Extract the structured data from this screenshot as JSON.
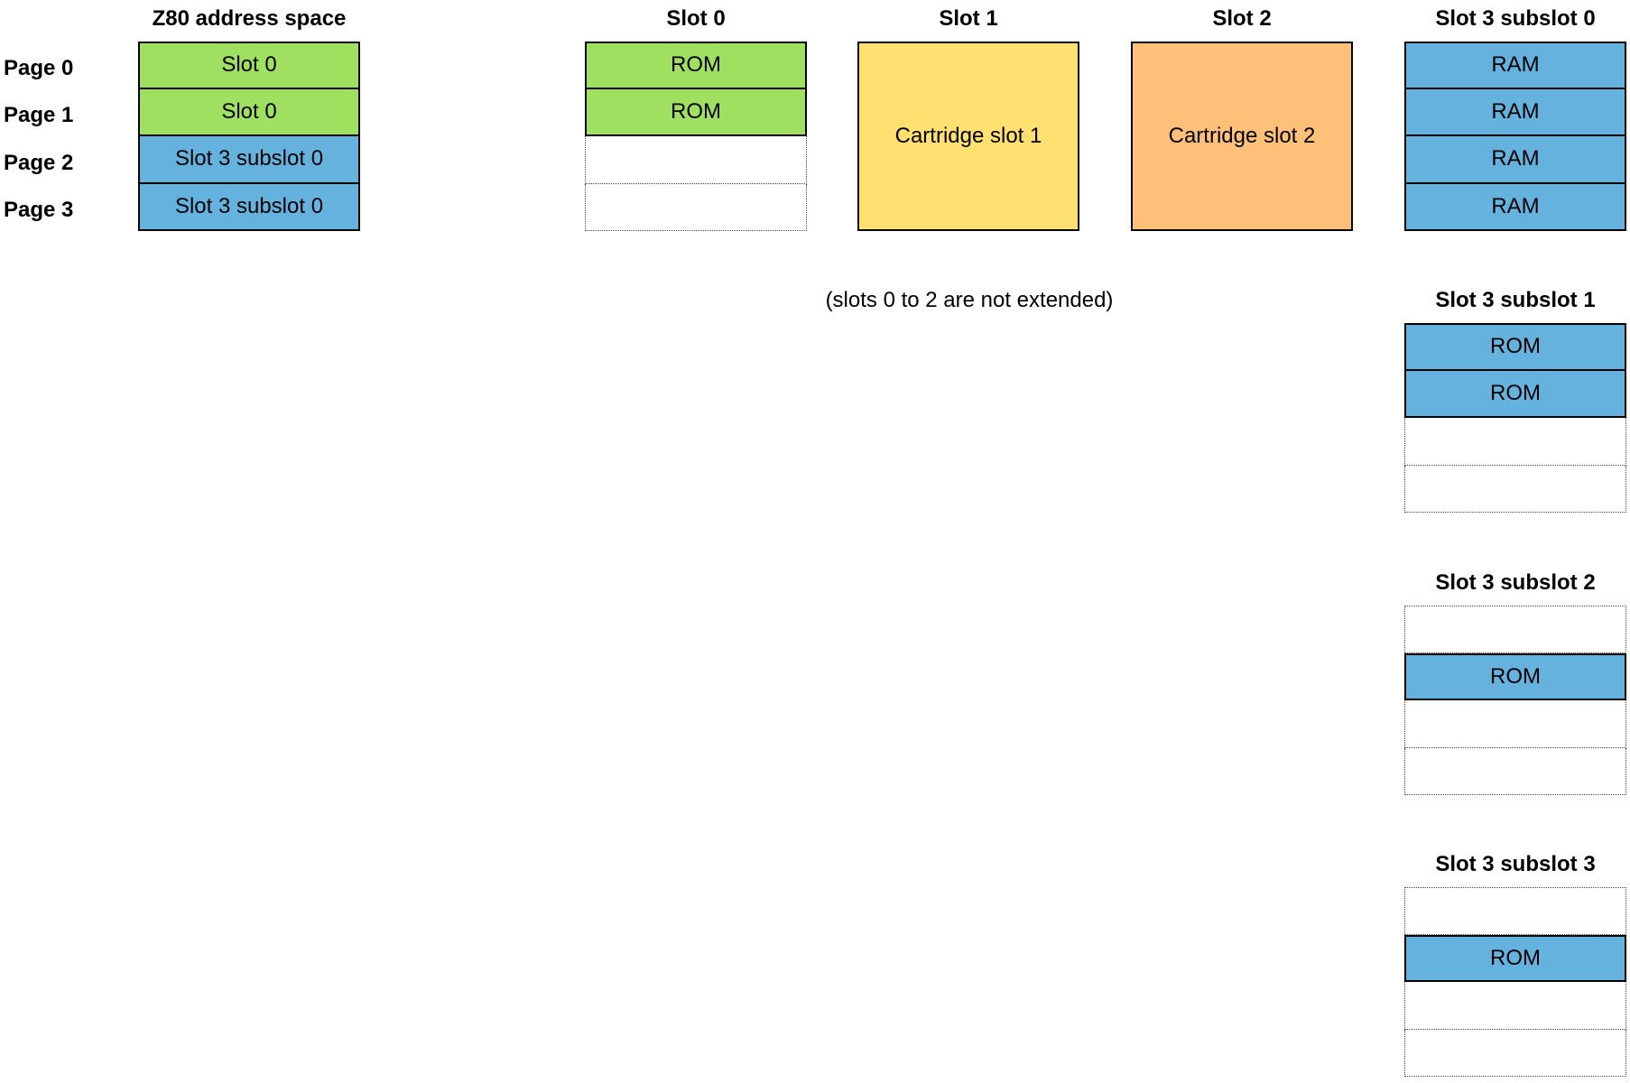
{
  "colors": {
    "slot0": "#a0e060",
    "slot1": "#ffe070",
    "slot2": "#ffc07a",
    "slot3": "#66b2de",
    "empty": "#ffffff"
  },
  "pages": [
    "Page 0",
    "Page 1",
    "Page 2",
    "Page 3"
  ],
  "z80": {
    "title": "Z80 address space",
    "cells": [
      {
        "label": "Slot 0",
        "color": "slot0"
      },
      {
        "label": "Slot 0",
        "color": "slot0"
      },
      {
        "label": "Slot 3 subslot 0",
        "color": "slot3"
      },
      {
        "label": "Slot 3 subslot 0",
        "color": "slot3"
      }
    ]
  },
  "slot0": {
    "title": "Slot 0",
    "cells": [
      {
        "label": "ROM",
        "color": "slot0"
      },
      {
        "label": "ROM",
        "color": "slot0"
      },
      {
        "label": "",
        "color": "empty"
      },
      {
        "label": "",
        "color": "empty"
      }
    ]
  },
  "slot1": {
    "title": "Slot 1",
    "label": "Cartridge slot 1",
    "color": "slot1"
  },
  "slot2": {
    "title": "Slot 2",
    "label": "Cartridge slot 2",
    "color": "slot2"
  },
  "note": "(slots 0 to 2 are not extended)",
  "subslots": [
    {
      "title": "Slot 3 subslot 0",
      "cells": [
        {
          "label": "RAM",
          "color": "slot3"
        },
        {
          "label": "RAM",
          "color": "slot3"
        },
        {
          "label": "RAM",
          "color": "slot3"
        },
        {
          "label": "RAM",
          "color": "slot3"
        }
      ]
    },
    {
      "title": "Slot 3 subslot 1",
      "cells": [
        {
          "label": "ROM",
          "color": "slot3"
        },
        {
          "label": "ROM",
          "color": "slot3"
        },
        {
          "label": "",
          "color": "empty"
        },
        {
          "label": "",
          "color": "empty"
        }
      ]
    },
    {
      "title": "Slot 3 subslot 2",
      "cells": [
        {
          "label": "",
          "color": "empty"
        },
        {
          "label": "ROM",
          "color": "slot3"
        },
        {
          "label": "",
          "color": "empty"
        },
        {
          "label": "",
          "color": "empty"
        }
      ]
    },
    {
      "title": "Slot 3 subslot 3",
      "cells": [
        {
          "label": "",
          "color": "empty"
        },
        {
          "label": "ROM",
          "color": "slot3"
        },
        {
          "label": "",
          "color": "empty"
        },
        {
          "label": "",
          "color": "empty"
        }
      ]
    }
  ]
}
